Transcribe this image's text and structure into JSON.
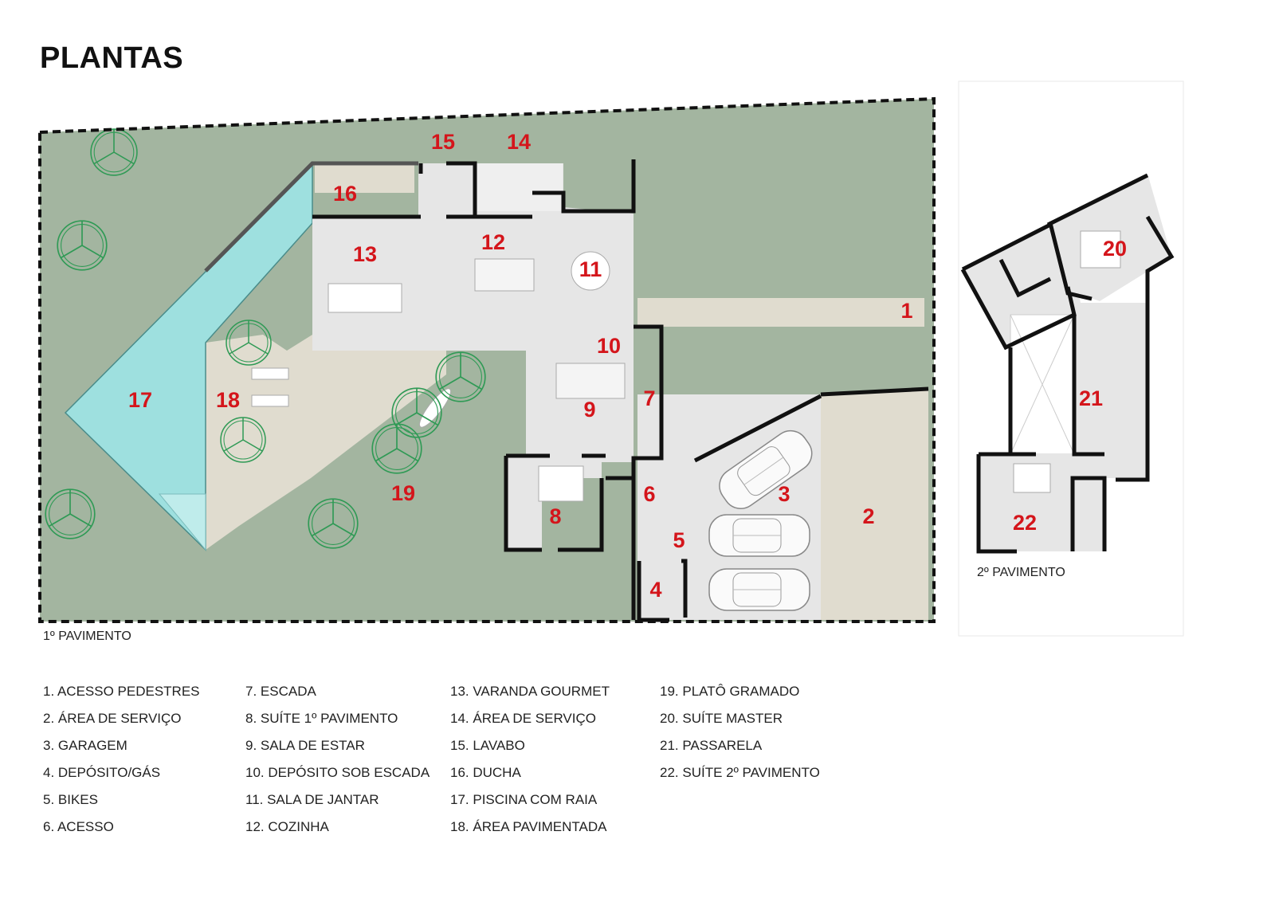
{
  "title": "PLANTAS",
  "colors": {
    "lawn": "#a3b5a0",
    "pool": "#9ee0df",
    "paving": "#e0dccf",
    "interior": "#e6e6e6",
    "wall": "#111111",
    "label": "#d4151b",
    "tree": "#2f9a55"
  },
  "captions": {
    "floor1": "1º PAVIMENTO",
    "floor2": "2º PAVIMENTO"
  },
  "floor1_labels": [
    "1",
    "2",
    "3",
    "4",
    "5",
    "6",
    "7",
    "8",
    "9",
    "10",
    "11",
    "12",
    "13",
    "14",
    "15",
    "16",
    "17",
    "18",
    "19"
  ],
  "floor2_labels": [
    "20",
    "21",
    "22"
  ],
  "legend": [
    [
      "1.   ACESSO PEDESTRES",
      "2.   ÁREA DE SERVIÇO",
      "3.   GARAGEM",
      "4.   DEPÓSITO/GÁS",
      "5.   BIKES",
      "6.   ACESSO"
    ],
    [
      "7.   ESCADA",
      "8.   SUÍTE 1º PAVIMENTO",
      "9.   SALA DE ESTAR",
      "10.  DEPÓSITO SOB ESCADA",
      "11. SALA DE JANTAR",
      "12. COZINHA"
    ],
    [
      "13. VARANDA GOURMET",
      "14. ÁREA DE SERVIÇO",
      "15. LAVABO",
      "16. DUCHA",
      "17. PISCINA COM RAIA",
      "18. ÁREA PAVIMENTADA"
    ],
    [
      "19. PLATÔ GRAMADO",
      "20. SUÍTE MASTER",
      "21. PASSARELA",
      "22. SUÍTE 2º PAVIMENTO"
    ]
  ]
}
